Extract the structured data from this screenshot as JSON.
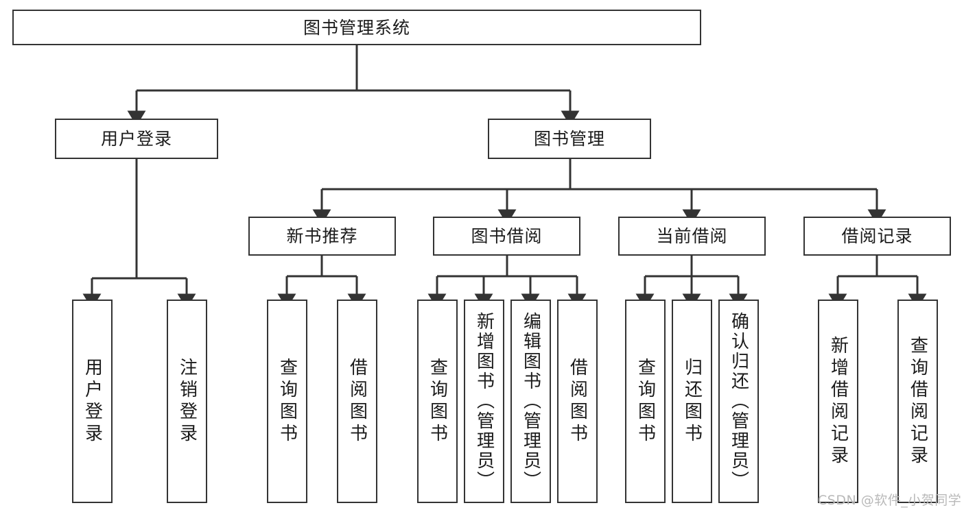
{
  "diagram": {
    "title": "图书管理系统",
    "type": "tree-hierarchy",
    "stroke_color": "#333333",
    "text_color": "#1b1b1b",
    "background_color": "#ffffff"
  },
  "nodes": {
    "root": {
      "label": "图书管理系统"
    },
    "level2": [
      {
        "label": "用户登录"
      },
      {
        "label": "图书管理"
      }
    ],
    "level3": [
      {
        "label": "新书推荐"
      },
      {
        "label": "图书借阅"
      },
      {
        "label": "当前借阅"
      },
      {
        "label": "借阅记录"
      }
    ],
    "leaves": {
      "user_login": [
        {
          "label": "用户登录"
        },
        {
          "label": "注销登录"
        }
      ],
      "new_book": [
        {
          "label": "查询图书"
        },
        {
          "label": "借阅图书"
        }
      ],
      "borrow_book": [
        {
          "label": "查询图书"
        },
        {
          "label": "新增图书（管理员）"
        },
        {
          "label": "编辑图书（管理员）"
        },
        {
          "label": "借阅图书"
        }
      ],
      "current_borrow": [
        {
          "label": "查询图书"
        },
        {
          "label": "归还图书"
        },
        {
          "label": "确认归还（管理员）"
        }
      ],
      "borrow_record": [
        {
          "label": "新增借阅记录"
        },
        {
          "label": "查询借阅记录"
        }
      ]
    }
  },
  "watermark": {
    "text": "CSDN @软件_小贺同学"
  }
}
